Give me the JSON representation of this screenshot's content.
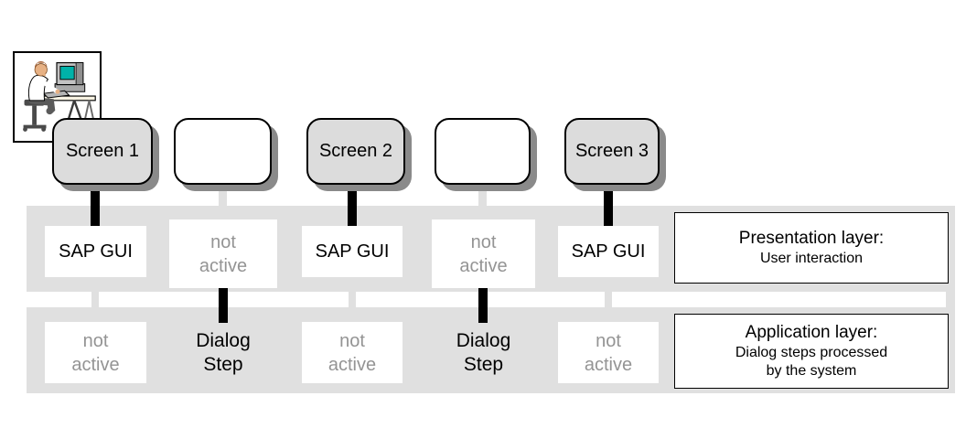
{
  "diagram": {
    "screens": [
      "Screen 1",
      "",
      "Screen 2",
      "",
      "Screen 3"
    ],
    "presentation": {
      "cells": [
        "SAP GUI",
        "not\nactive",
        "SAP GUI",
        "not\nactive",
        "SAP GUI"
      ],
      "label_title": "Presentation layer:",
      "label_lines": [
        "User interaction"
      ]
    },
    "application": {
      "cells": [
        "not\nactive",
        "Dialog\nStep",
        "not\nactive",
        "Dialog\nStep",
        "not\nactive"
      ],
      "label_title": "Application layer:",
      "label_lines": [
        "Dialog steps processed",
        "by the system"
      ]
    },
    "icons": {
      "clipart": "user-at-computer-illustration"
    },
    "colors": {
      "band_gray": "#e0e0e0",
      "screen_box_gray": "#dcdcdc",
      "shadow_gray": "#8a8a8a",
      "inactive_text_gray": "#949494",
      "connector_black": "#000000",
      "monitor_screen_teal": "#00b2a9"
    }
  }
}
